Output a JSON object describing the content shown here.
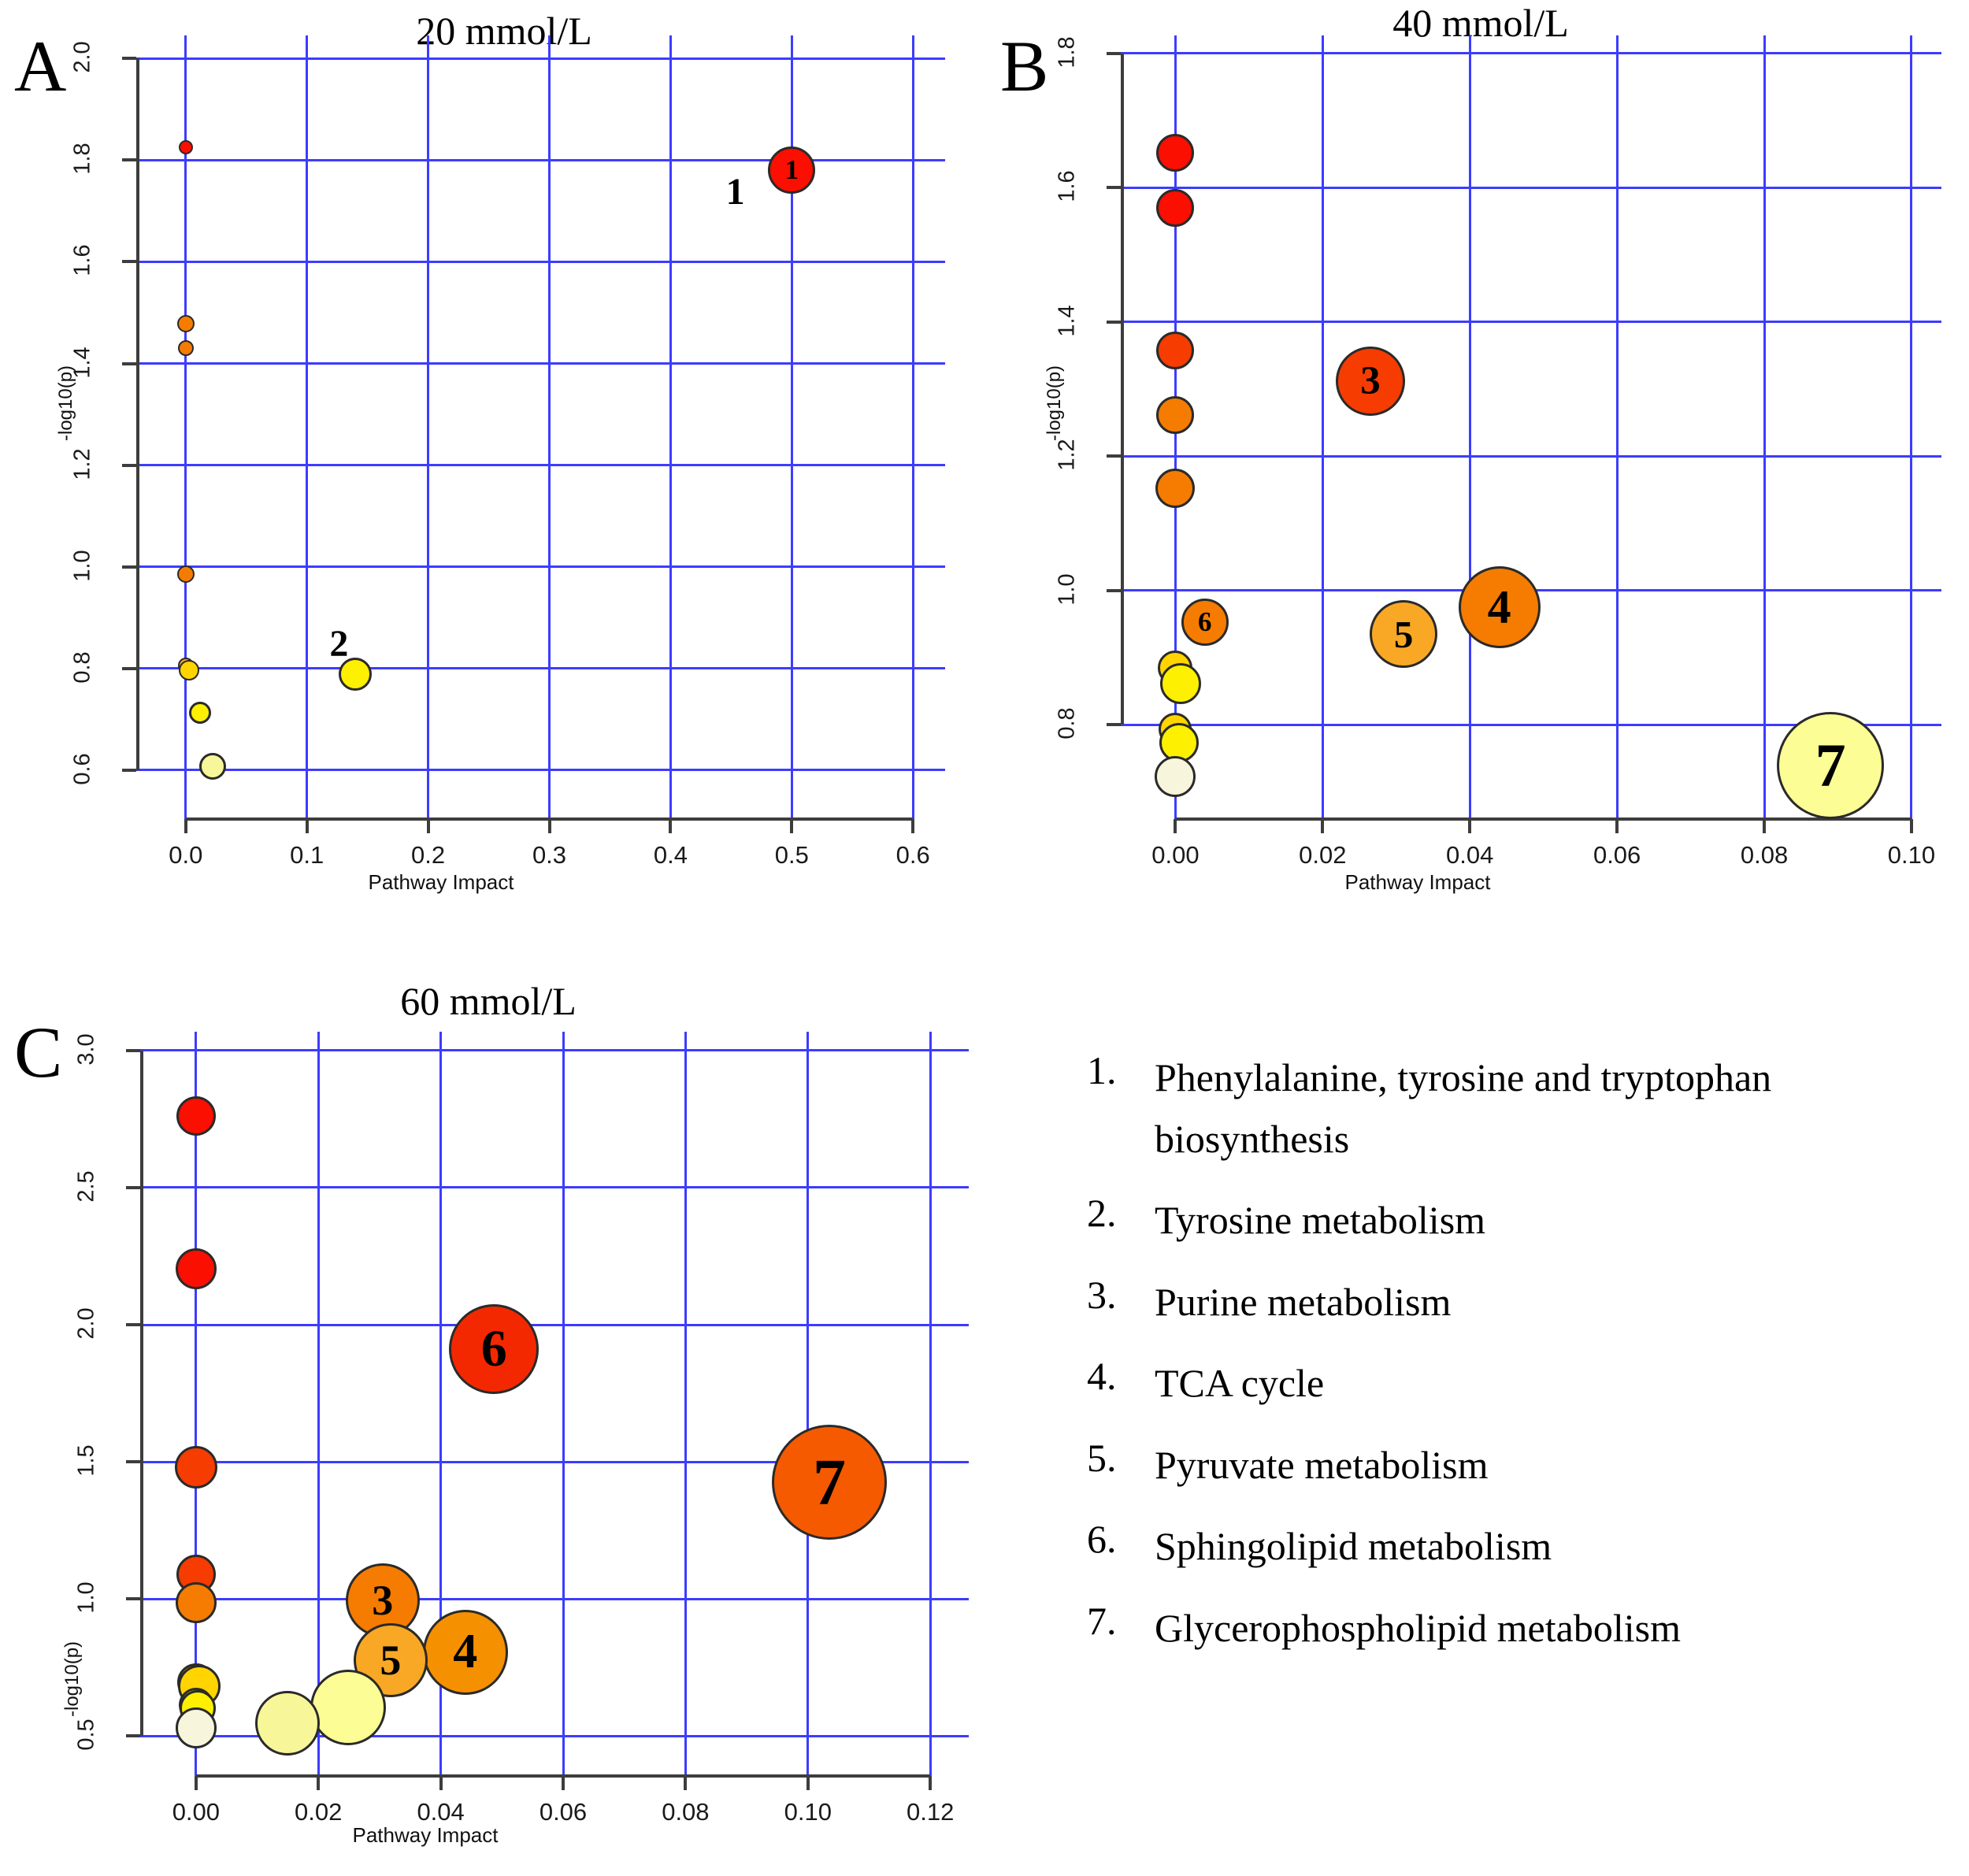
{
  "figure": {
    "panels": [
      {
        "letter": "A",
        "title": "20 mmol/L",
        "xlabel": "Pathway Impact",
        "ylabel": "-log10(p)",
        "xticks": [
          "0.0",
          "0.1",
          "0.2",
          "0.3",
          "0.4",
          "0.5",
          "0.6"
        ],
        "yticks": [
          "0.6",
          "0.8",
          "1.0",
          "1.2",
          "1.4",
          "1.6",
          "1.8",
          "2.0"
        ],
        "labels": [
          {
            "num": "1"
          },
          {
            "num": "2"
          }
        ]
      },
      {
        "letter": "B",
        "title": "40 mmol/L",
        "xlabel": "Pathway Impact",
        "ylabel": "-log10(p)",
        "xticks": [
          "0.00",
          "0.02",
          "0.04",
          "0.06",
          "0.08",
          "0.10"
        ],
        "yticks": [
          "0.8",
          "1.0",
          "1.2",
          "1.4",
          "1.6",
          "1.8"
        ],
        "labels": [
          {
            "num": "3"
          },
          {
            "num": "4"
          },
          {
            "num": "5"
          },
          {
            "num": "6"
          },
          {
            "num": "7"
          }
        ]
      },
      {
        "letter": "C",
        "title": "60 mmol/L",
        "xlabel": "Pathway Impact",
        "ylabel": "-log10(p)",
        "xticks": [
          "0.00",
          "0.02",
          "0.04",
          "0.06",
          "0.08",
          "0.10",
          "0.12"
        ],
        "yticks": [
          "0.5",
          "1.0",
          "1.5",
          "2.0",
          "2.5",
          "3.0"
        ],
        "labels": [
          {
            "num": "3"
          },
          {
            "num": "4"
          },
          {
            "num": "5"
          },
          {
            "num": "6"
          },
          {
            "num": "7"
          }
        ]
      }
    ],
    "legend": {
      "items": [
        {
          "num": "1.",
          "text": "Phenylalanine, tyrosine and tryptophan biosynthesis"
        },
        {
          "num": "2.",
          "text": "Tyrosine metabolism"
        },
        {
          "num": "3.",
          "text": "Purine metabolism"
        },
        {
          "num": "4.",
          "text": "TCA cycle"
        },
        {
          "num": "5.",
          "text": "Pyruvate metabolism"
        },
        {
          "num": "6.",
          "text": "Sphingolipid metabolism"
        },
        {
          "num": "7.",
          "text": "Glycerophospholipid metabolism"
        }
      ]
    },
    "colors": {
      "grid": "#3c3cff",
      "axis": "#3d3d3d",
      "bubble_stroke": "#2a2a2a",
      "red": "#fa0f00",
      "red_orange": "#f63c00",
      "orange": "#f57c00",
      "amber": "#f9a825",
      "gold": "#ffd400",
      "yellow": "#fdf000",
      "pale_yellow": "#f7f79a",
      "cream": "#f7f6dc"
    }
  },
  "chart_data": [
    {
      "type": "scatter",
      "panel": "A",
      "title": "20 mmol/L",
      "xlabel": "Pathway Impact",
      "ylabel": "-log10(p)",
      "xlim": [
        -0.02,
        0.62
      ],
      "ylim": [
        0.55,
        2.03
      ],
      "xticks": [
        0.0,
        0.1,
        0.2,
        0.3,
        0.4,
        0.5,
        0.6
      ],
      "yticks": [
        0.6,
        0.8,
        1.0,
        1.2,
        1.4,
        1.6,
        1.8,
        2.0
      ],
      "grid": true,
      "points": [
        {
          "x": 0.5,
          "y": 1.78,
          "size": 30,
          "color": "#fa0f00",
          "label": "1"
        },
        {
          "x": 0.0,
          "y": 1.825,
          "size": 9,
          "color": "#fa0f00",
          "label": ""
        },
        {
          "x": 0.0,
          "y": 1.478,
          "size": 11,
          "color": "#f57c00",
          "label": ""
        },
        {
          "x": 0.0,
          "y": 1.43,
          "size": 10,
          "color": "#f57c00",
          "label": ""
        },
        {
          "x": 0.0,
          "y": 0.985,
          "size": 11,
          "color": "#f57c00",
          "label": ""
        },
        {
          "x": 0.0,
          "y": 0.805,
          "size": 10,
          "color": "#f9a825",
          "label": ""
        },
        {
          "x": 0.003,
          "y": 0.797,
          "size": 13,
          "color": "#ffd400",
          "label": ""
        },
        {
          "x": 0.14,
          "y": 0.788,
          "size": 21,
          "color": "#fdf000",
          "label": "2"
        },
        {
          "x": 0.012,
          "y": 0.712,
          "size": 14,
          "color": "#fdf000",
          "label": ""
        },
        {
          "x": 0.022,
          "y": 0.607,
          "size": 17,
          "color": "#f7f79a",
          "label": ""
        }
      ]
    },
    {
      "type": "scatter",
      "panel": "B",
      "title": "40 mmol/L",
      "xlabel": "Pathway Impact",
      "ylabel": "-log10(p)",
      "xlim": [
        -0.004,
        0.103
      ],
      "ylim": [
        0.695,
        1.815
      ],
      "xticks": [
        0.0,
        0.02,
        0.04,
        0.06,
        0.08,
        0.1
      ],
      "yticks": [
        0.8,
        1.0,
        1.2,
        1.4,
        1.6,
        1.8
      ],
      "grid": true,
      "points": [
        {
          "x": 0.0,
          "y": 1.652,
          "size": 24,
          "color": "#fa0f00",
          "label": ""
        },
        {
          "x": 0.0,
          "y": 1.57,
          "size": 24,
          "color": "#fa0f00",
          "label": ""
        },
        {
          "x": 0.0,
          "y": 1.358,
          "size": 24,
          "color": "#f63c00",
          "label": ""
        },
        {
          "x": 0.0,
          "y": 1.262,
          "size": 24,
          "color": "#f57c00",
          "label": ""
        },
        {
          "x": 0.0,
          "y": 1.152,
          "size": 25,
          "color": "#f57c00",
          "label": ""
        },
        {
          "x": 0.0265,
          "y": 1.312,
          "size": 44,
          "color": "#f63c00",
          "label": "3"
        },
        {
          "x": 0.044,
          "y": 0.975,
          "size": 52,
          "color": "#f57c00",
          "label": "4"
        },
        {
          "x": 0.031,
          "y": 0.935,
          "size": 43,
          "color": "#f9a825",
          "label": "5"
        },
        {
          "x": 0.004,
          "y": 0.953,
          "size": 30,
          "color": "#f57c00",
          "label": "6"
        },
        {
          "x": 0.0,
          "y": 0.885,
          "size": 22,
          "color": "#ffd400",
          "label": ""
        },
        {
          "x": 0.0007,
          "y": 0.862,
          "size": 26,
          "color": "#fdf000",
          "label": ""
        },
        {
          "x": 0.0,
          "y": 0.793,
          "size": 21,
          "color": "#ffd400",
          "label": ""
        },
        {
          "x": 0.0005,
          "y": 0.773,
          "size": 25,
          "color": "#fdf000",
          "label": ""
        },
        {
          "x": 0.0,
          "y": 0.723,
          "size": 26,
          "color": "#f7f6dc",
          "label": ""
        },
        {
          "x": 0.089,
          "y": 0.74,
          "size": 68,
          "color": "#fdfd96",
          "label": "7"
        }
      ]
    },
    {
      "type": "scatter",
      "panel": "C",
      "title": "60 mmol/L",
      "xlabel": "Pathway Impact",
      "ylabel": "-log10(p)",
      "xlim": [
        -0.005,
        0.125
      ],
      "ylim": [
        0.44,
        3.04
      ],
      "xticks": [
        0.0,
        0.02,
        0.04,
        0.06,
        0.08,
        0.1,
        0.12
      ],
      "yticks": [
        0.5,
        1.0,
        1.5,
        2.0,
        2.5,
        3.0
      ],
      "grid": true,
      "points": [
        {
          "x": 0.0,
          "y": 2.76,
          "size": 25,
          "color": "#fa0f00",
          "label": ""
        },
        {
          "x": 0.0,
          "y": 2.205,
          "size": 26,
          "color": "#fa0f00",
          "label": ""
        },
        {
          "x": 0.0,
          "y": 1.48,
          "size": 27,
          "color": "#f63c00",
          "label": ""
        },
        {
          "x": 0.0,
          "y": 1.09,
          "size": 25,
          "color": "#f63c00",
          "label": ""
        },
        {
          "x": 0.0,
          "y": 0.985,
          "size": 26,
          "color": "#f57c00",
          "label": ""
        },
        {
          "x": 0.0,
          "y": 0.695,
          "size": 24,
          "color": "#ffd400",
          "label": ""
        },
        {
          "x": 0.0005,
          "y": 0.68,
          "size": 27,
          "color": "#ffd400",
          "label": ""
        },
        {
          "x": 0.0,
          "y": 0.612,
          "size": 22,
          "color": "#fdf000",
          "label": ""
        },
        {
          "x": 0.0003,
          "y": 0.6,
          "size": 23,
          "color": "#fdf000",
          "label": ""
        },
        {
          "x": 0.0,
          "y": 0.53,
          "size": 26,
          "color": "#f7f6dc",
          "label": ""
        },
        {
          "x": 0.0487,
          "y": 1.912,
          "size": 57,
          "color": "#f42800",
          "label": "6"
        },
        {
          "x": 0.1035,
          "y": 1.425,
          "size": 73,
          "color": "#f55a00",
          "label": "7"
        },
        {
          "x": 0.0305,
          "y": 0.995,
          "size": 47,
          "color": "#f57c00",
          "label": "3"
        },
        {
          "x": 0.044,
          "y": 0.805,
          "size": 54,
          "color": "#f59000",
          "label": "4"
        },
        {
          "x": 0.0318,
          "y": 0.775,
          "size": 47,
          "color": "#f9a825",
          "label": "5"
        },
        {
          "x": 0.0248,
          "y": 0.605,
          "size": 48,
          "color": "#fdfd96",
          "label": ""
        },
        {
          "x": 0.015,
          "y": 0.545,
          "size": 41,
          "color": "#f7f79a",
          "label": ""
        }
      ]
    }
  ]
}
